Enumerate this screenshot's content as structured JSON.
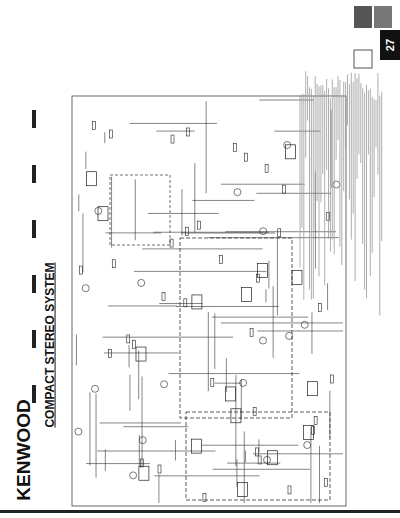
{
  "diagram": {
    "title": "COMPACT STEREO SYSTEM",
    "labels": [
      "KENWOOD",
      "27"
    ]
  }
}
